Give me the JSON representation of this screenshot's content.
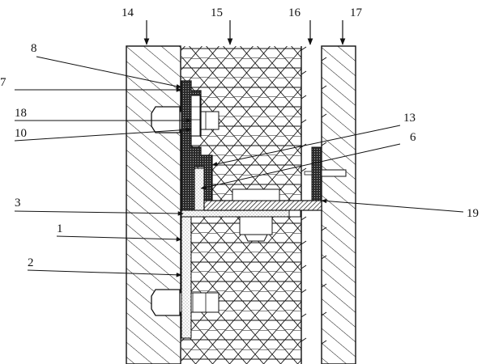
{
  "diagram": {
    "colors": {
      "stroke": "#111111",
      "background": "#ffffff",
      "stipple": "#666666",
      "dense_fill": "#2a2a2a"
    },
    "layers": {
      "left_wall": "14",
      "insulation": "15",
      "cavity": "16",
      "right_wall": "17"
    },
    "callouts": {
      "label_1": "1",
      "label_2": "2",
      "label_3": "3",
      "label_6": "6",
      "label_7": "7",
      "label_8": "8",
      "label_10": "10",
      "label_13": "13",
      "label_18": "18",
      "label_19": "19"
    }
  }
}
